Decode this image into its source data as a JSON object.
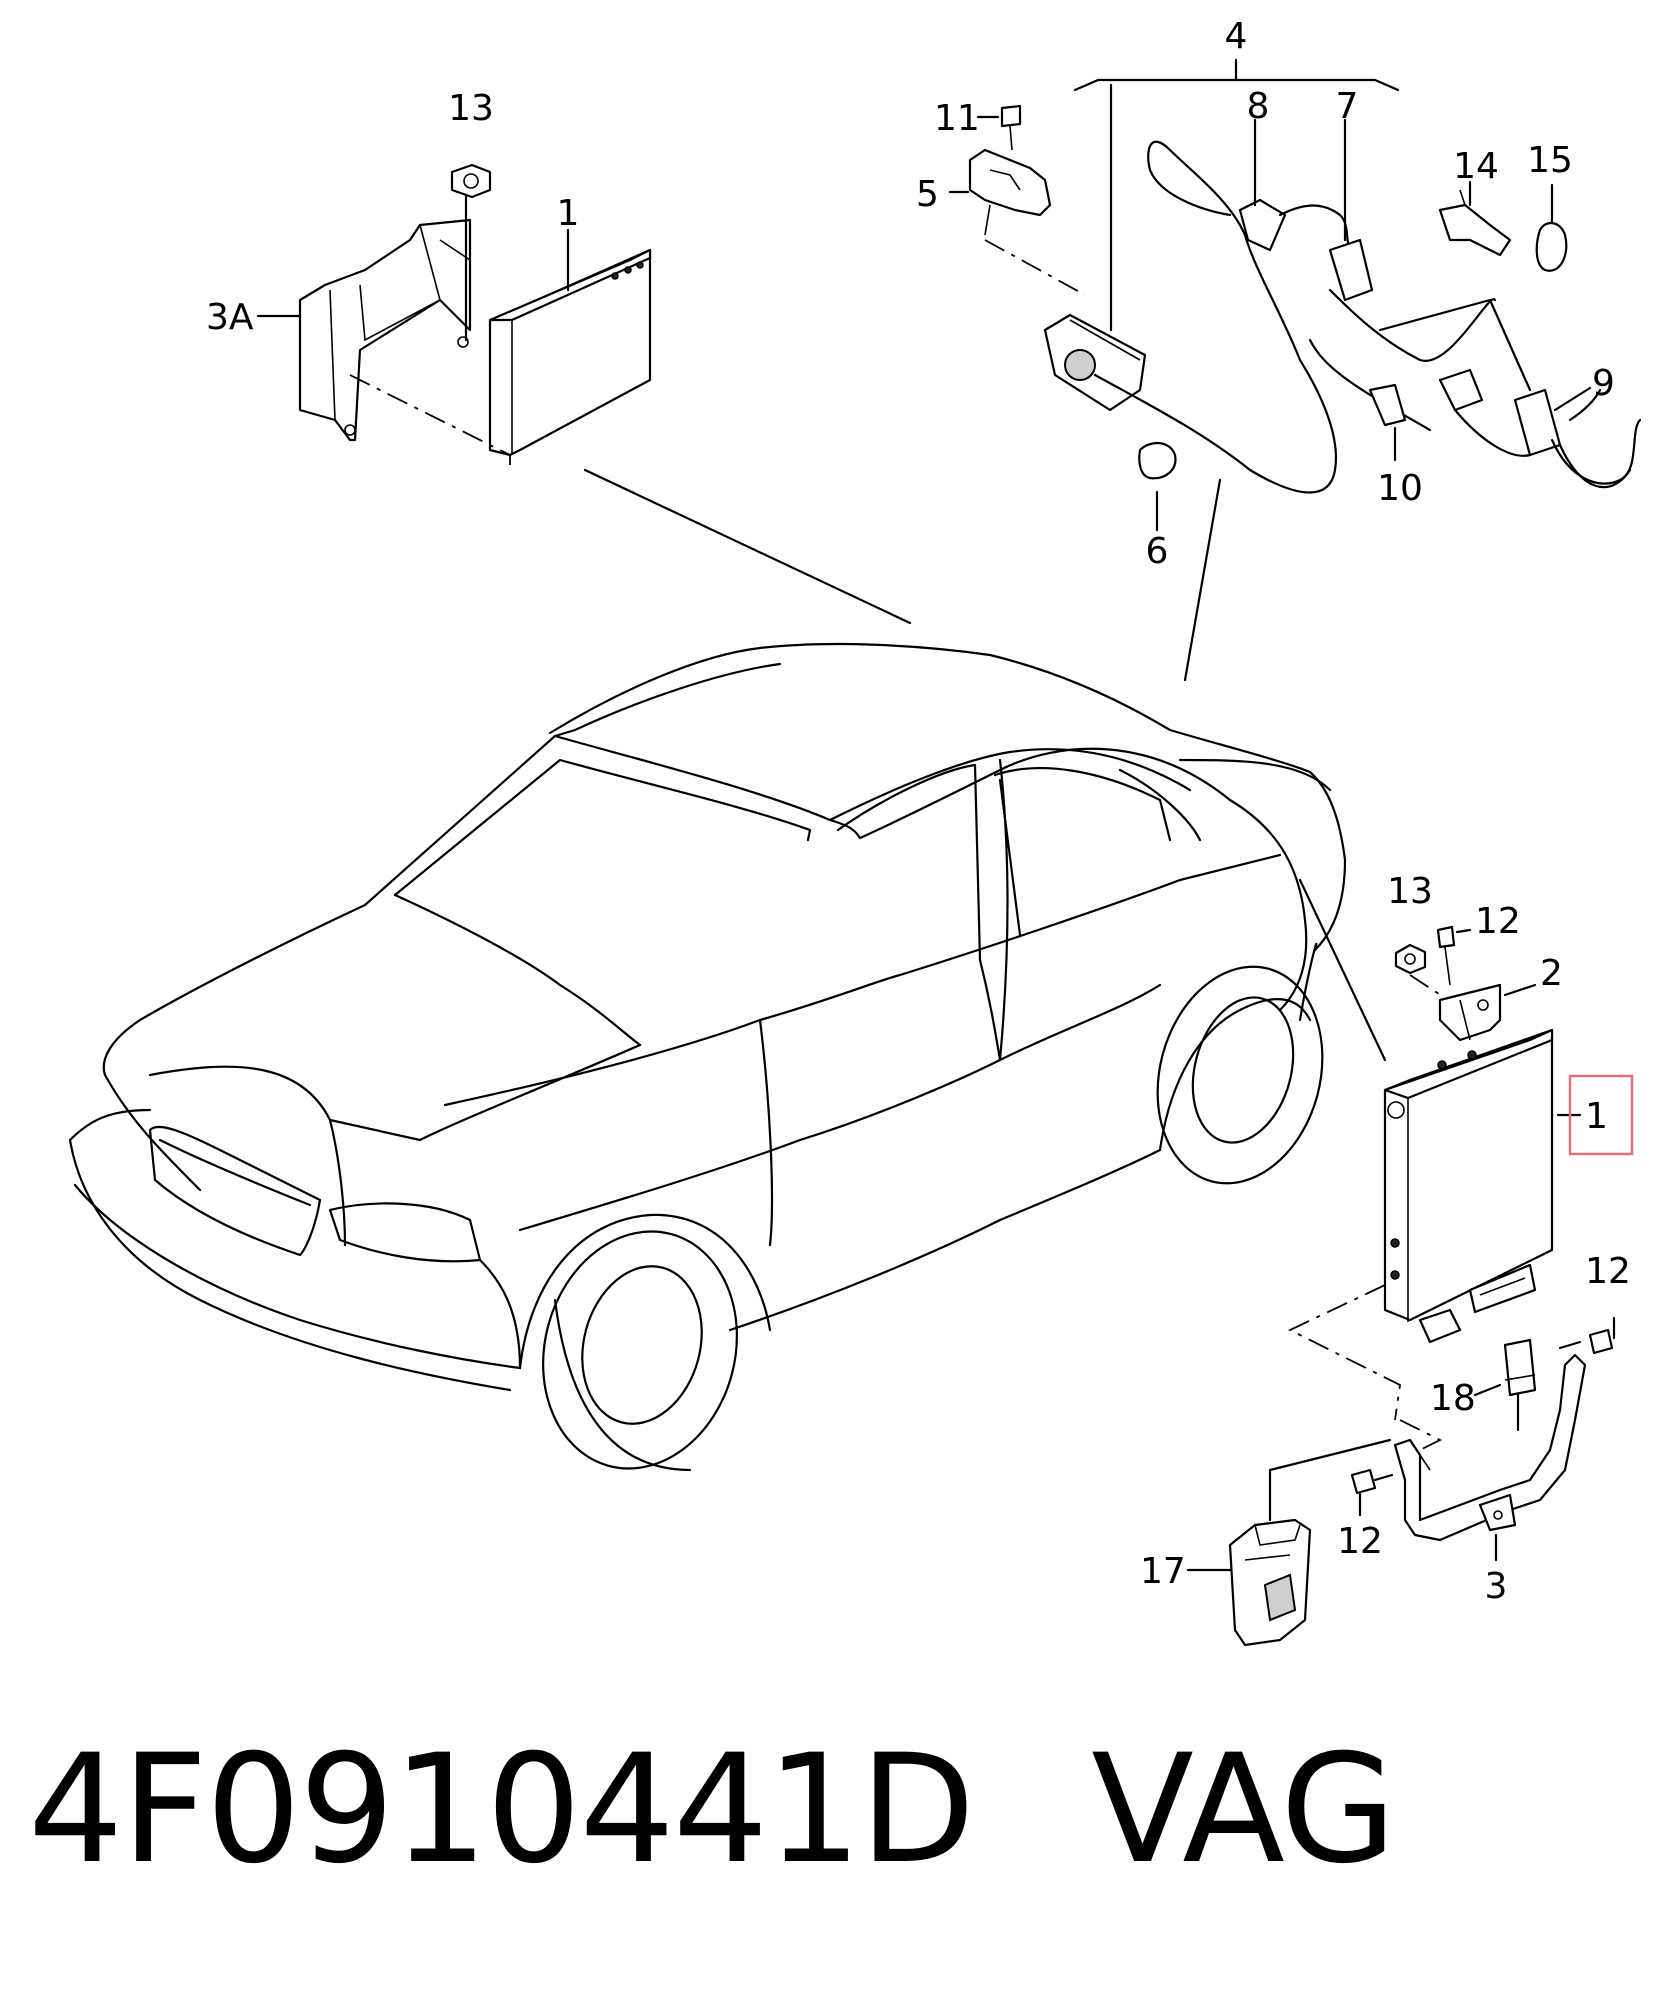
{
  "diagram": {
    "callouts": {
      "c4": "4",
      "c13_top": "13",
      "c1_top": "1",
      "c3A": "3A",
      "c11": "11",
      "c5": "5",
      "c8": "8",
      "c7": "7",
      "c14": "14",
      "c15": "15",
      "c9": "9",
      "c10": "10",
      "c6": "6",
      "c13_right": "13",
      "c12_right_top": "12",
      "c2": "2",
      "c1_right": "1",
      "c12_right_mid": "12",
      "c18": "18",
      "c12_bottom": "12",
      "c3": "3",
      "c17": "17"
    },
    "highlight_color": "#e0707a"
  },
  "footer": {
    "part_number": "4F0910441D",
    "brand": "VAG"
  }
}
